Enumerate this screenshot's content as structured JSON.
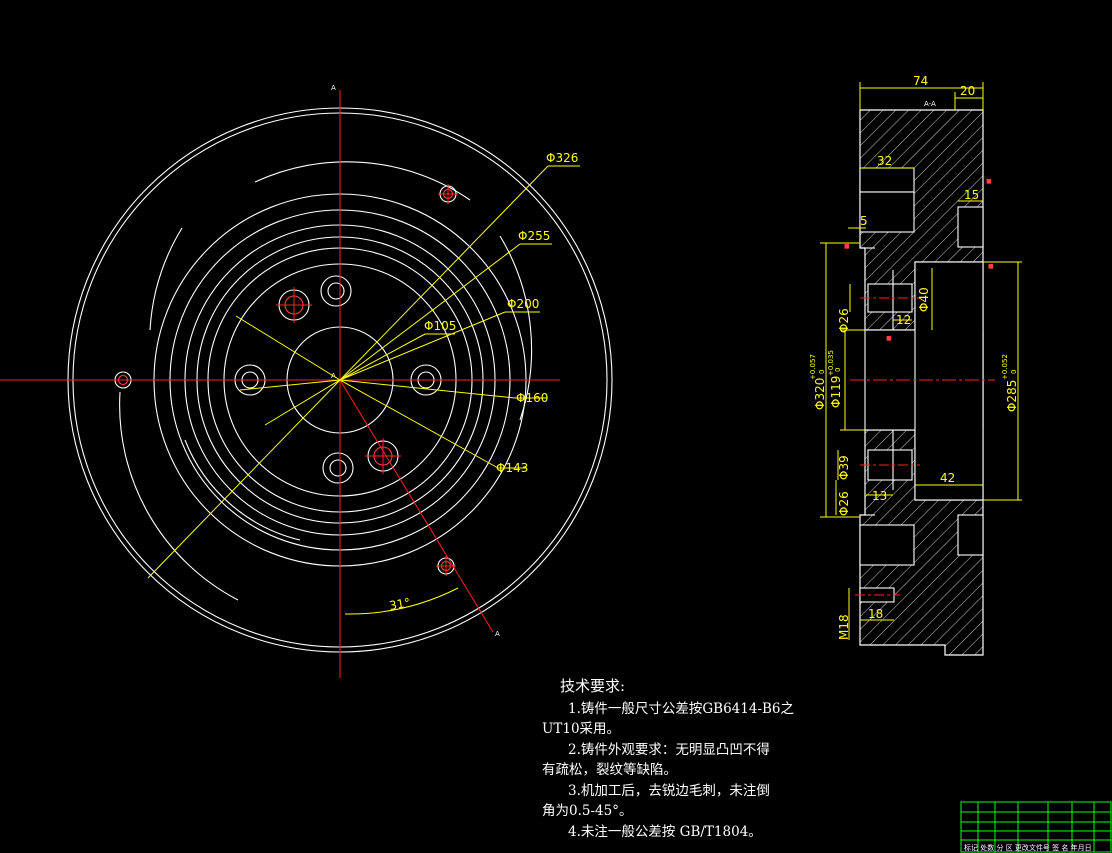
{
  "colors": {
    "background": "#000000",
    "outline": "#ffffff",
    "center_line": "#ff2020",
    "dimension": "#ffff00",
    "hatch": "#ffffff",
    "title_block": "#00ff00"
  },
  "section_marks": {
    "top": "A",
    "bottom": "A",
    "center": "A"
  },
  "front_view": {
    "diameters": [
      "Φ326",
      "Φ255",
      "Φ200",
      "Φ105",
      "Φ160",
      "Φ143"
    ],
    "angle": "31°"
  },
  "section_view": {
    "title": "A-A",
    "dims": {
      "overall_width": "74",
      "right_step": "20",
      "groove": "32",
      "small_step": "15",
      "offset": "5",
      "hole_dia_40": "Φ40",
      "hole_depth_12": "12",
      "hole_dia_26": "Φ26",
      "bore_320": "Φ320",
      "bore_320_tol_upper": "+0.057",
      "bore_320_tol_lower": "0",
      "bore_119": "Φ119",
      "bore_119_tol_upper": "+0.035",
      "bore_119_tol_lower": "0",
      "bore_285": "Φ285",
      "bore_285_tol_upper": "+0.052",
      "bore_285_tol_lower": "0",
      "hole_dia_39": "Φ39",
      "hole_dia_26b": "Φ26",
      "hole_depth_13": "13",
      "depth_42": "42",
      "thread": "M18",
      "thread_depth": "18"
    }
  },
  "tech_notes": {
    "title": "技术要求:",
    "line1a": "1.铸件一般尺寸公差按GB6414-B6之",
    "line1b": "UT10采用。",
    "line2a": "2.铸件外观要求：无明显凸凹不得",
    "line2b": "有疏松，裂纹等缺陷。",
    "line3a": "3.机加工后，去锐边毛刺，未注倒",
    "line3b": "角为0.5-45°。",
    "line4": "4.未注一般公差按 GB/T1804。"
  },
  "title_block": {
    "revision_row": "标记 处数  分 区  更改文件号 签 名 年月日"
  }
}
